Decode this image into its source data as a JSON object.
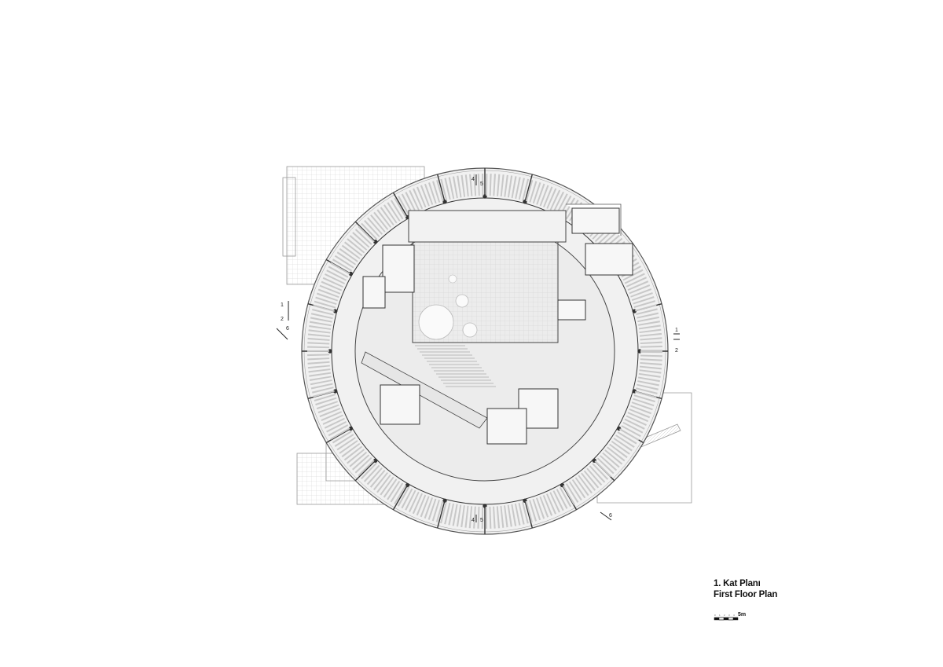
{
  "title": {
    "line1": "1. Kat Planı",
    "line2": "First Floor Plan"
  },
  "scale": {
    "ticks": [
      "0",
      "1",
      "2",
      "3",
      "4"
    ],
    "end_label": "5m"
  },
  "section_marks": {
    "s1_left": "1",
    "s2_left": "2",
    "s1_right": "1",
    "s2_right": "2",
    "s4_top": "4",
    "s5_top": "5",
    "s4_bottom": "4",
    "s5_bottom": "5",
    "s6_left": "6",
    "s6_bottom": "6"
  },
  "colors": {
    "ink": "#222222",
    "light_ink": "#9a9a9a",
    "floor": "#ececec",
    "paper": "#ffffff"
  }
}
